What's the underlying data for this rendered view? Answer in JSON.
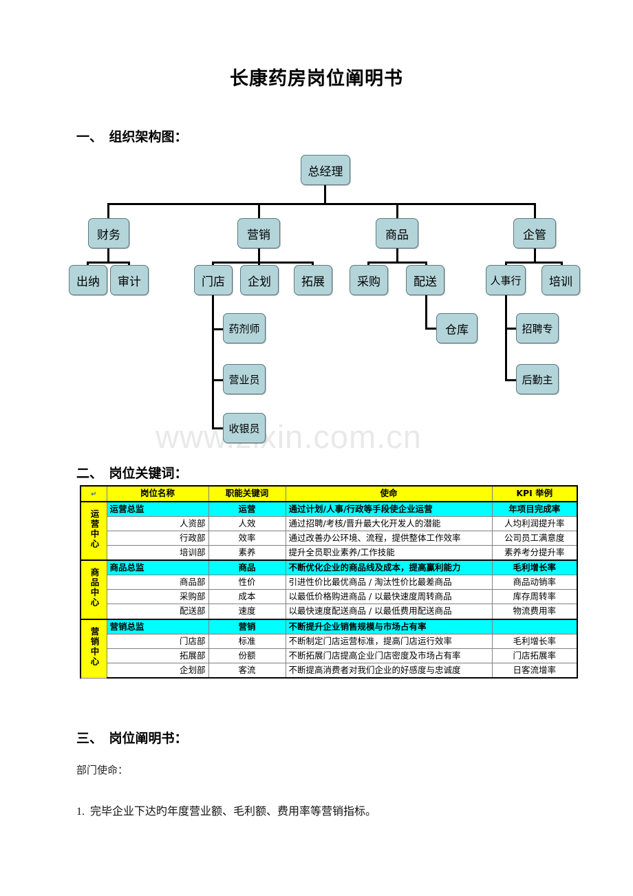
{
  "document": {
    "title": "长康药房岗位阐明书",
    "watermark": "www.zixin.com.cn",
    "colors": {
      "node_fill": "#b3d5da",
      "header_yellow": "#ffff00",
      "director_cyan": "#00ffff",
      "watermark_gray": "#e9e9e9"
    }
  },
  "sections": {
    "one": "一、  组织架构图：",
    "two": "二、  岗位关键词：",
    "three": "三、  岗位阐明书："
  },
  "org_chart": {
    "root": "总经理",
    "level2": [
      "财务",
      "营销",
      "商品",
      "企管"
    ],
    "level3": {
      "finance": [
        "出纳",
        "审计"
      ],
      "marketing": [
        "门店",
        "企划",
        "拓展"
      ],
      "merchandise": [
        "采购",
        "配送"
      ],
      "enterprise": [
        "人事行",
        "培训"
      ]
    },
    "level4": {
      "store": [
        "药剂师",
        "营业员",
        "收银员"
      ],
      "delivery": [
        "仓库"
      ],
      "hr": [
        "招聘专",
        "后勤主"
      ]
    },
    "nodes": {
      "zongjingli": "总经理",
      "caiwu": "财务",
      "yingxiao": "营销",
      "shangpin": "商品",
      "qiguan": "企管",
      "chuna": "出纳",
      "shenji": "审计",
      "mendian": "门店",
      "qihua": "企划",
      "tuozhan": "拓展",
      "caigou": "采购",
      "peisong": "配送",
      "renshixing": "人事行",
      "peixun": "培训",
      "yaojishi": "药剂师",
      "yingyeyuan": "营业员",
      "shouyinyuan": "收银员",
      "cangku": "仓库",
      "zhaopinzhuan": "招聘专",
      "houqinzhu": "后勤主"
    }
  },
  "keyword_table": {
    "headers": {
      "group": "",
      "name": "岗位名称",
      "keyword": "职能关键词",
      "mission": "使命",
      "kpi": "KPI 举例"
    },
    "groups": [
      {
        "label": "运营中心",
        "director": {
          "name": "运营总监",
          "keyword": "运营",
          "mission": "通过计划/人事/行政等手段使企业运营",
          "kpi": "年项目完成率"
        },
        "rows": [
          {
            "name": "人资部",
            "keyword": "人效",
            "mission": "通过招聘/考核/晋升最大化开发人的潜能",
            "kpi": "人均利润提升率"
          },
          {
            "name": "行政部",
            "keyword": "效率",
            "mission": "通过改善办公环境、流程，提供整体工作效率",
            "kpi": "公司员工满意度"
          },
          {
            "name": "培训部",
            "keyword": "素养",
            "mission": "提升全员职业素养/工作技能",
            "kpi": "素养考分提升率"
          }
        ]
      },
      {
        "label": "商品中心",
        "director": {
          "name": "商品总监",
          "keyword": "商品",
          "mission": "不断优化企业的商品线及成本，提高赢利能力",
          "kpi": "毛利增长率"
        },
        "rows": [
          {
            "name": "商品部",
            "keyword": "性价",
            "mission": "引进性价比最优商品 / 淘汰性价比最差商品",
            "kpi": "商品动销率"
          },
          {
            "name": "采购部",
            "keyword": "成本",
            "mission": "以最低价格购进商品 / 以最快速度周转商品",
            "kpi": "库存周转率"
          },
          {
            "name": "配送部",
            "keyword": "速度",
            "mission": "以最快速度配送商品 / 以最低费用配送商品",
            "kpi": "物流费用率"
          }
        ]
      },
      {
        "label": "营销中心",
        "director": {
          "name": "营销总监",
          "keyword": "营销",
          "mission": "不断提升企业销售规模与市场占有率",
          "kpi": ""
        },
        "rows": [
          {
            "name": "门店部",
            "keyword": "标准",
            "mission": "不断制定门店运营标准，提高门店运行效率",
            "kpi": "毛利增长率"
          },
          {
            "name": "拓展部",
            "keyword": "份额",
            "mission": "不断拓展门店提高企业门店密度及市场占有率",
            "kpi": "门店拓展率"
          },
          {
            "name": "企划部",
            "keyword": "客流",
            "mission": "不断提高消费者对我们企业的好感度与忠诚度",
            "kpi": "日客流增率"
          }
        ]
      }
    ]
  },
  "body": {
    "mission_label": "部门使命：",
    "item1": "1.  完毕企业下达旳年度营业额、毛利额、费用率等营销指标。"
  }
}
